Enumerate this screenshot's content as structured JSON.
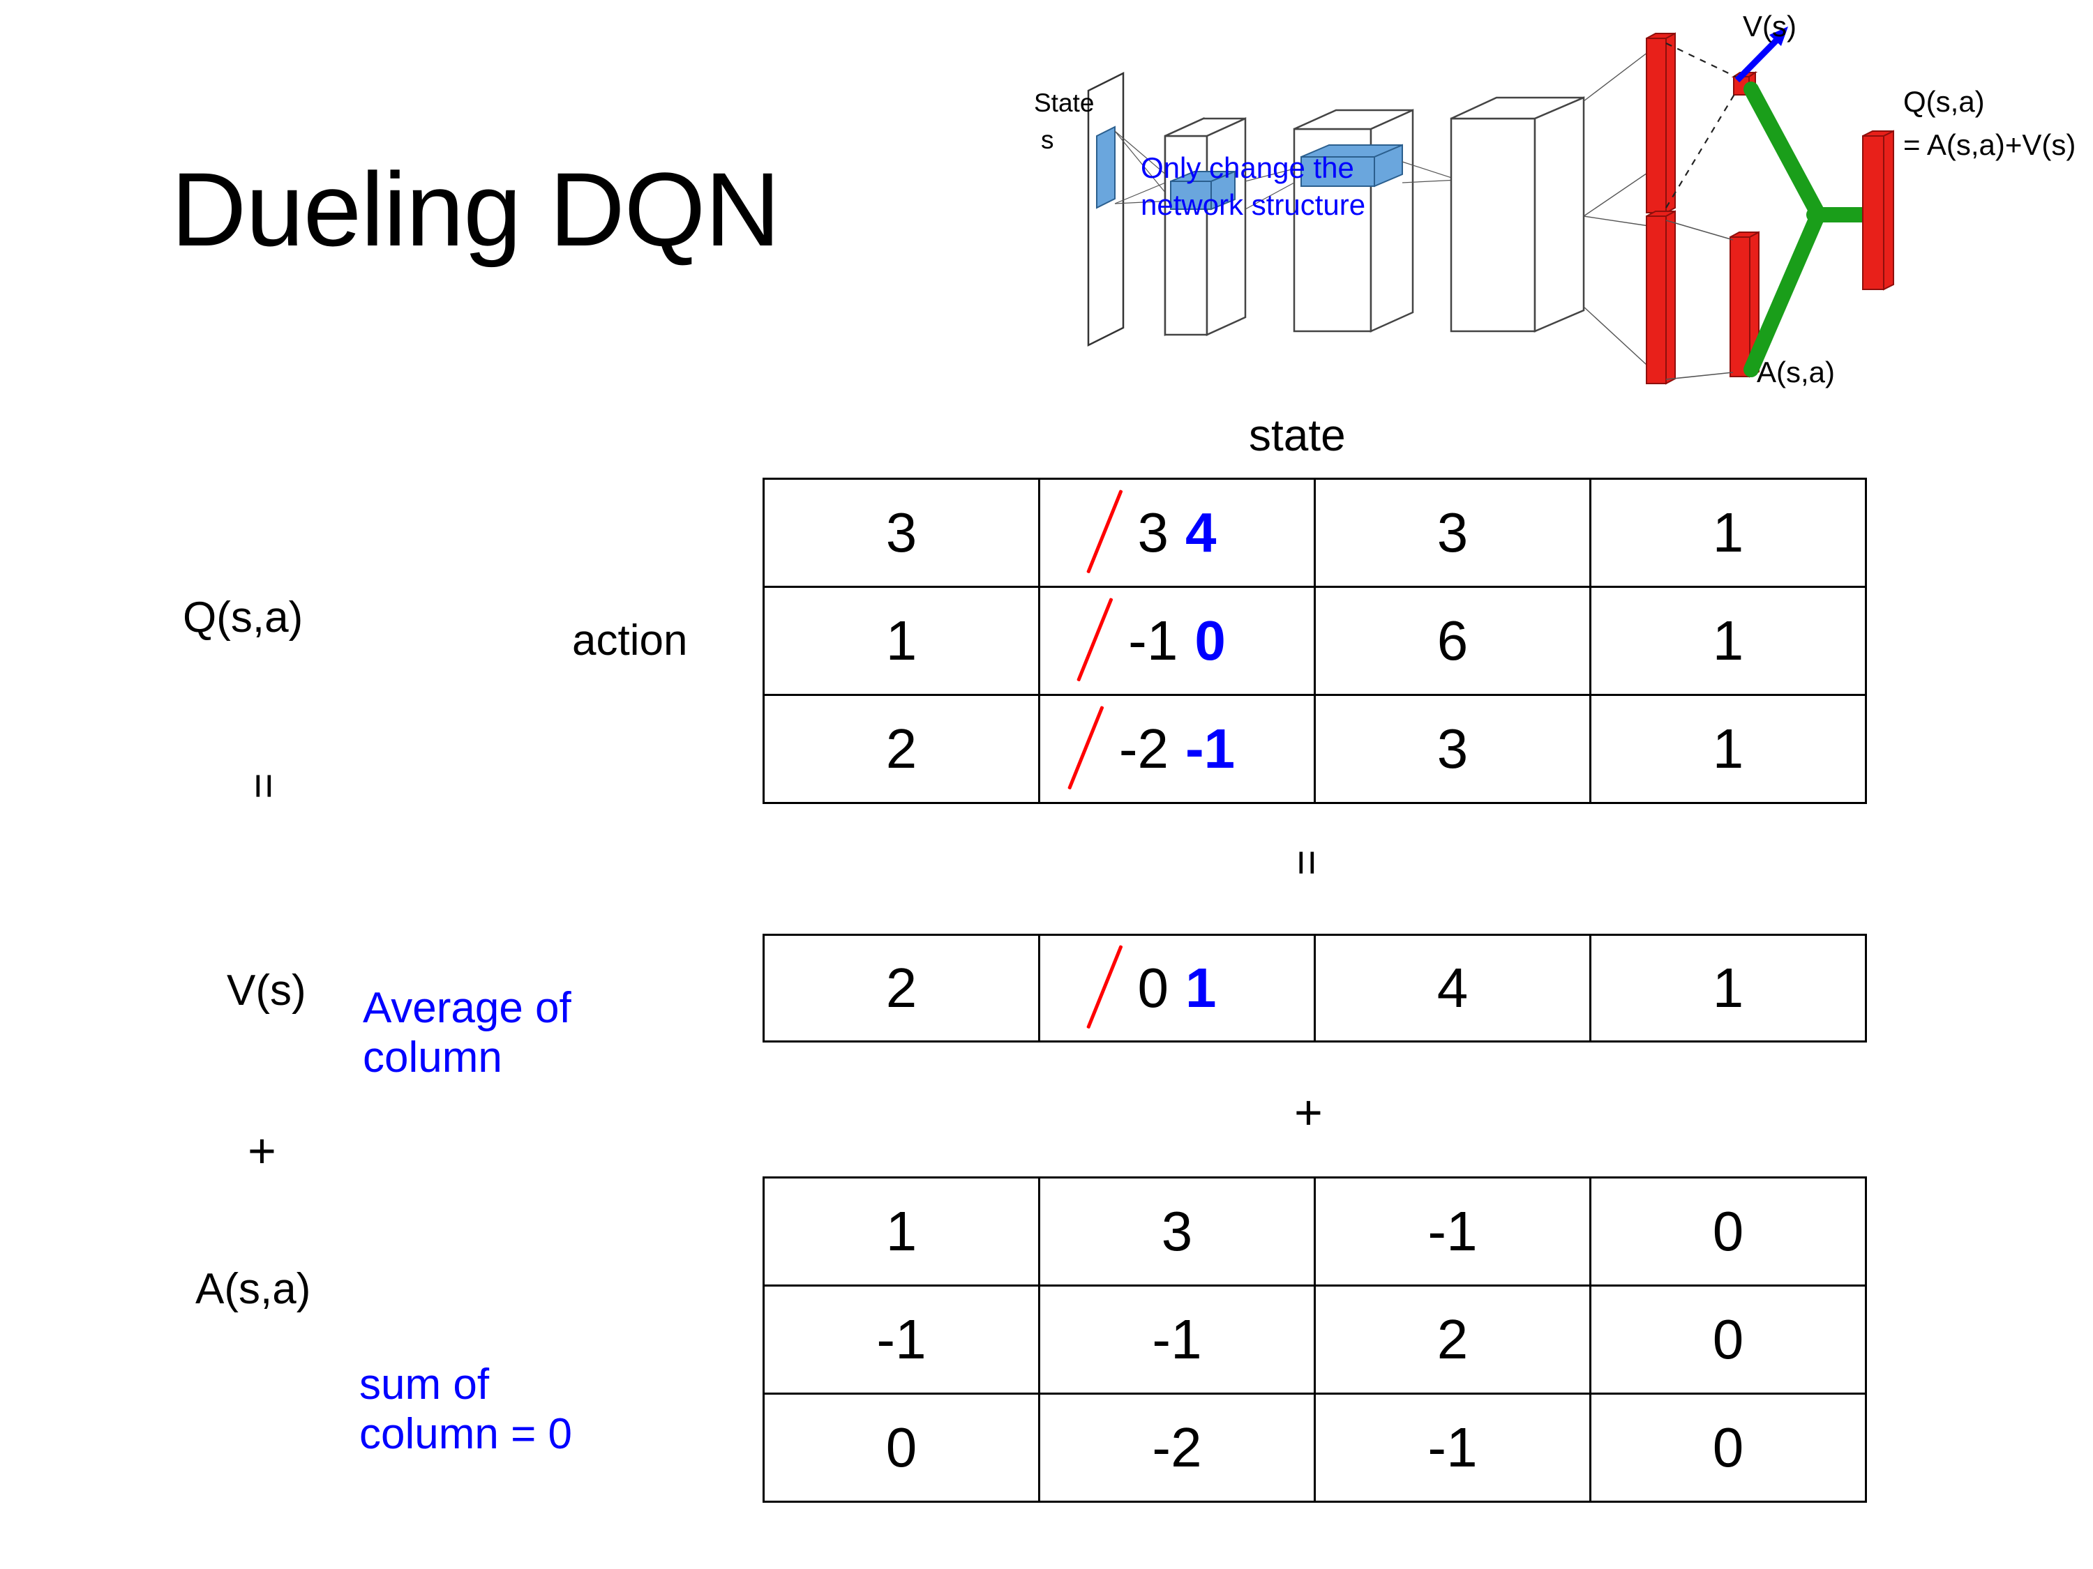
{
  "slide": {
    "title": "Dueling DQN"
  },
  "diagram": {
    "input_label_line1": "State",
    "input_label_line2": "s",
    "note_line1": "Only change the",
    "note_line2": "network structure",
    "value_label": "V(s)",
    "advantage_label": "A(s,a)",
    "q_label_line1": "Q(s,a)",
    "q_label_line2": "= A(s,a)+V(s)",
    "colors": {
      "note": "#0000ff",
      "arrow": "#0000ff",
      "bar": "#e8201a",
      "merge": "#1a9e1a",
      "conv": "#6aa6dd"
    }
  },
  "labels": {
    "state_axis": "state",
    "action_axis": "action",
    "q": "Q(s,a)",
    "v": "V(s)",
    "a": "A(s,a)",
    "equals_left": "=",
    "equals_mid": "=",
    "plus_left": "+",
    "plus_mid": "+",
    "avg_line1": "Average of",
    "avg_line2": "column",
    "sum_line1": "sum of",
    "sum_line2": "column = 0",
    "annotation_color": "#0000ff",
    "strike_color": "#ff0000"
  },
  "chart_data": {
    "type": "table",
    "title": "Dueling DQN decomposition Q(s,a) = V(s) + A(s,a)",
    "xlabel": "state",
    "ylabel": "action",
    "tables": [
      {
        "name": "Q(s,a)",
        "rows": 3,
        "cols": 4,
        "values": [
          [
            "3",
            "3",
            "3",
            "1"
          ],
          [
            "1",
            "-1",
            "6",
            "1"
          ],
          [
            "2",
            "-2",
            "3",
            "1"
          ]
        ],
        "corrections": [
          {
            "row": 0,
            "col": 1,
            "old": "3",
            "new": "4"
          },
          {
            "row": 1,
            "col": 1,
            "old": "-1",
            "new": "0"
          },
          {
            "row": 2,
            "col": 1,
            "old": "-2",
            "new": "-1"
          }
        ]
      },
      {
        "name": "V(s)",
        "rows": 1,
        "cols": 4,
        "values": [
          [
            "2",
            "0",
            "4",
            "1"
          ]
        ],
        "corrections": [
          {
            "row": 0,
            "col": 1,
            "old": "0",
            "new": "1"
          }
        ]
      },
      {
        "name": "A(s,a)",
        "rows": 3,
        "cols": 4,
        "values": [
          [
            "1",
            "3",
            "-1",
            "0"
          ],
          [
            "-1",
            "-1",
            "2",
            "0"
          ],
          [
            "0",
            "-2",
            "-1",
            "0"
          ]
        ],
        "corrections": []
      }
    ]
  }
}
